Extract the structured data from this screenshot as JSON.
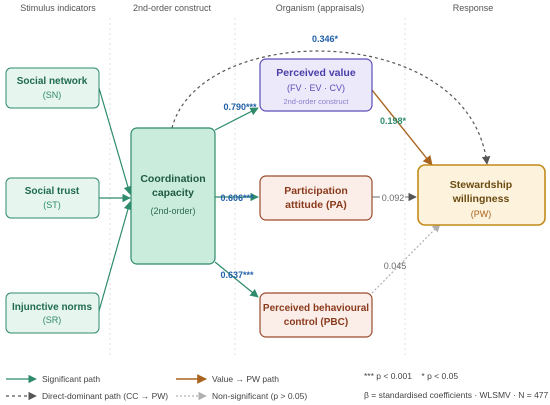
{
  "columns": {
    "stimulus": "Stimulus indicators",
    "construct": "2nd-order construct",
    "organism": "Organism (appraisals)",
    "response": "Response"
  },
  "nodes": {
    "sn": {
      "title": "Social network",
      "abbr": "(SN)"
    },
    "st": {
      "title": "Social trust",
      "abbr": "(ST)"
    },
    "sr": {
      "title": "Injunctive norms",
      "abbr": "(SR)"
    },
    "cc": {
      "title_line1": "Coordination",
      "title_line2": "capacity",
      "sub": "(2nd-order)"
    },
    "pv": {
      "title": "Perceived value",
      "sub": "(FV · EV · CV)",
      "note": "2nd-order construct"
    },
    "pa": {
      "title_line1": "Participation",
      "title_line2": "attitude (PA)"
    },
    "pbc": {
      "title_line1": "Perceived behavioural",
      "title_line2": "control (PBC)"
    },
    "pw": {
      "title_line1": "Stewardship",
      "title_line2": "willingness",
      "sub": "(PW)"
    }
  },
  "coefficients": {
    "cc_pw": "0.346*",
    "cc_pv": "0.790***",
    "cc_pa": "0.606***",
    "cc_pbc": "0.637***",
    "pv_pw": "0.198*",
    "pa_pw": "0.092",
    "pbc_pw": "0.045"
  },
  "legend": {
    "significant": "Significant path",
    "direct": "Direct-dominant path (CC → PW)",
    "value": "Value → PW path",
    "nonsig": "Non-significant (p > 0.05)",
    "sig_note": "*** p < 0.001    * p < 0.05",
    "beta_note": "β = standardised coefficients · WLSMV · N = 477"
  },
  "colors": {
    "green": "#2e8b6b",
    "green_fill": "#e6f5ee",
    "cc_fill": "#c9ecdc",
    "purple": "#5b4fb8",
    "purple_fill": "#ece9fb",
    "rust": "#9a4a2c",
    "rust_fill": "#fbeee9",
    "brown": "#a8641f",
    "gold": "#c48a1a",
    "gold_fill": "#fdf3dc",
    "blue": "#1f5fa8",
    "grey": "#6a6a6a",
    "lightgrey": "#b0b0b0"
  }
}
